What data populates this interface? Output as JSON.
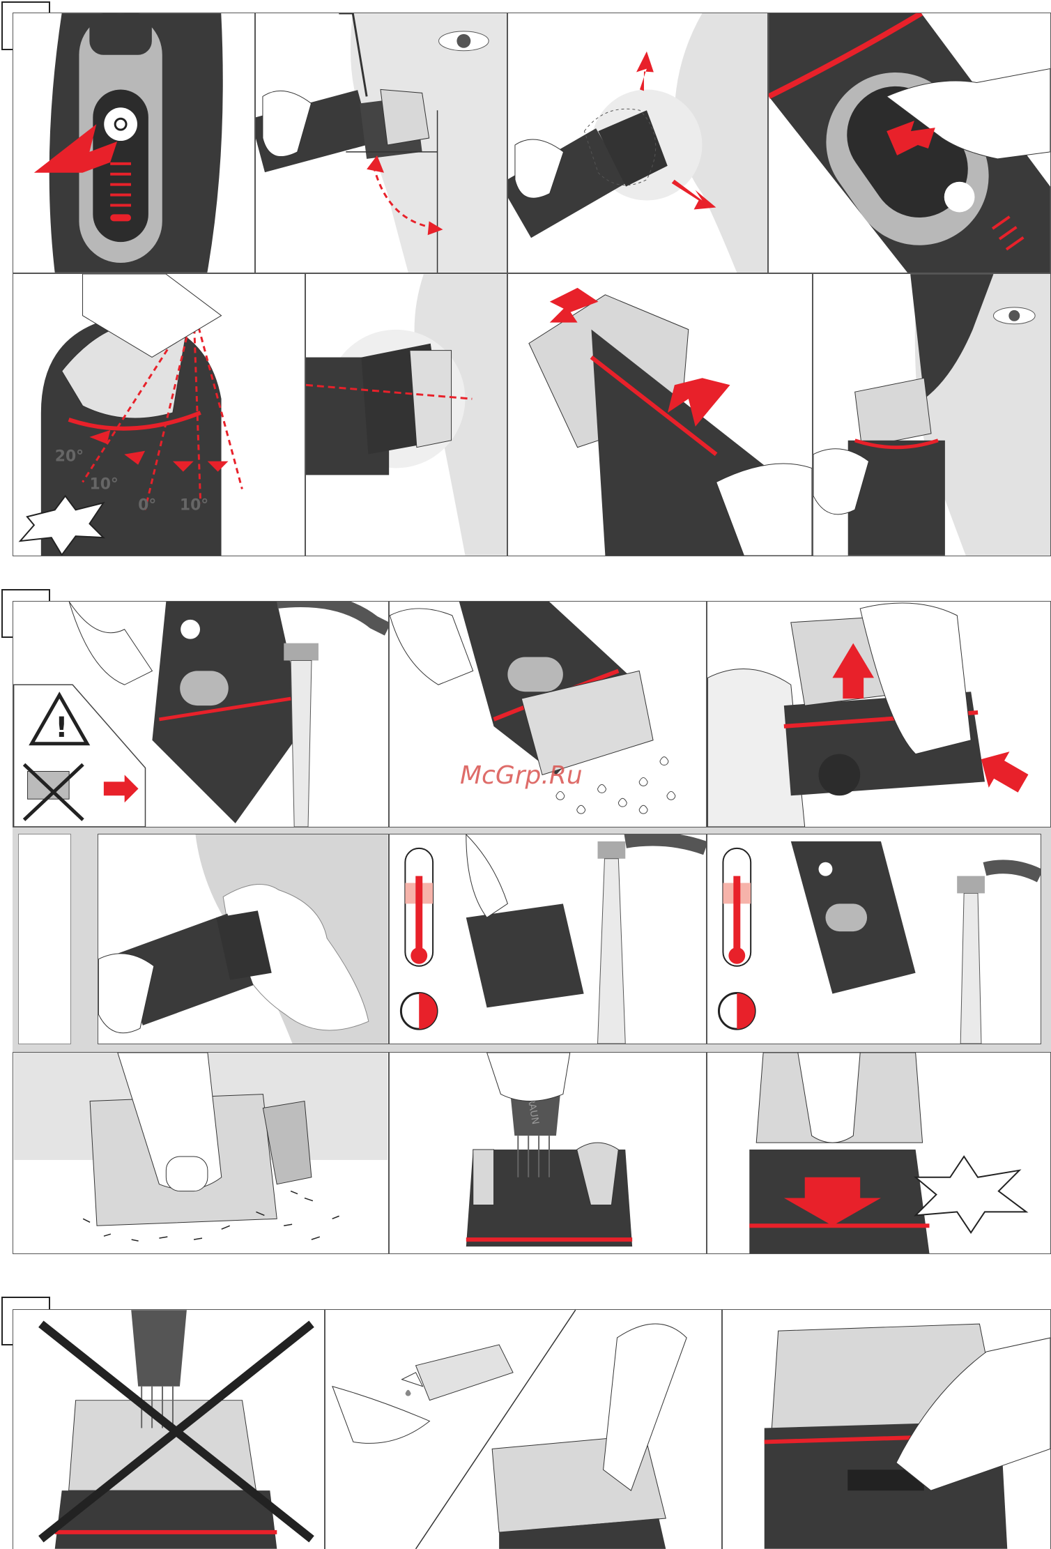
{
  "watermark": "McGrp.Ru",
  "colors": {
    "accent": "#e8212a",
    "dark": "#3a3a3a",
    "light": "#e2e2e2",
    "skin": "#f2f2f2"
  },
  "temp_labels": {
    "t1": "20°",
    "t2": "10°",
    "t3": "0°",
    "t4": "10°"
  },
  "brush_label": "BRAUN",
  "icons": [
    "warning-icon",
    "unplug-icon",
    "thermometer-icon",
    "timer-icon",
    "burst-icon"
  ]
}
